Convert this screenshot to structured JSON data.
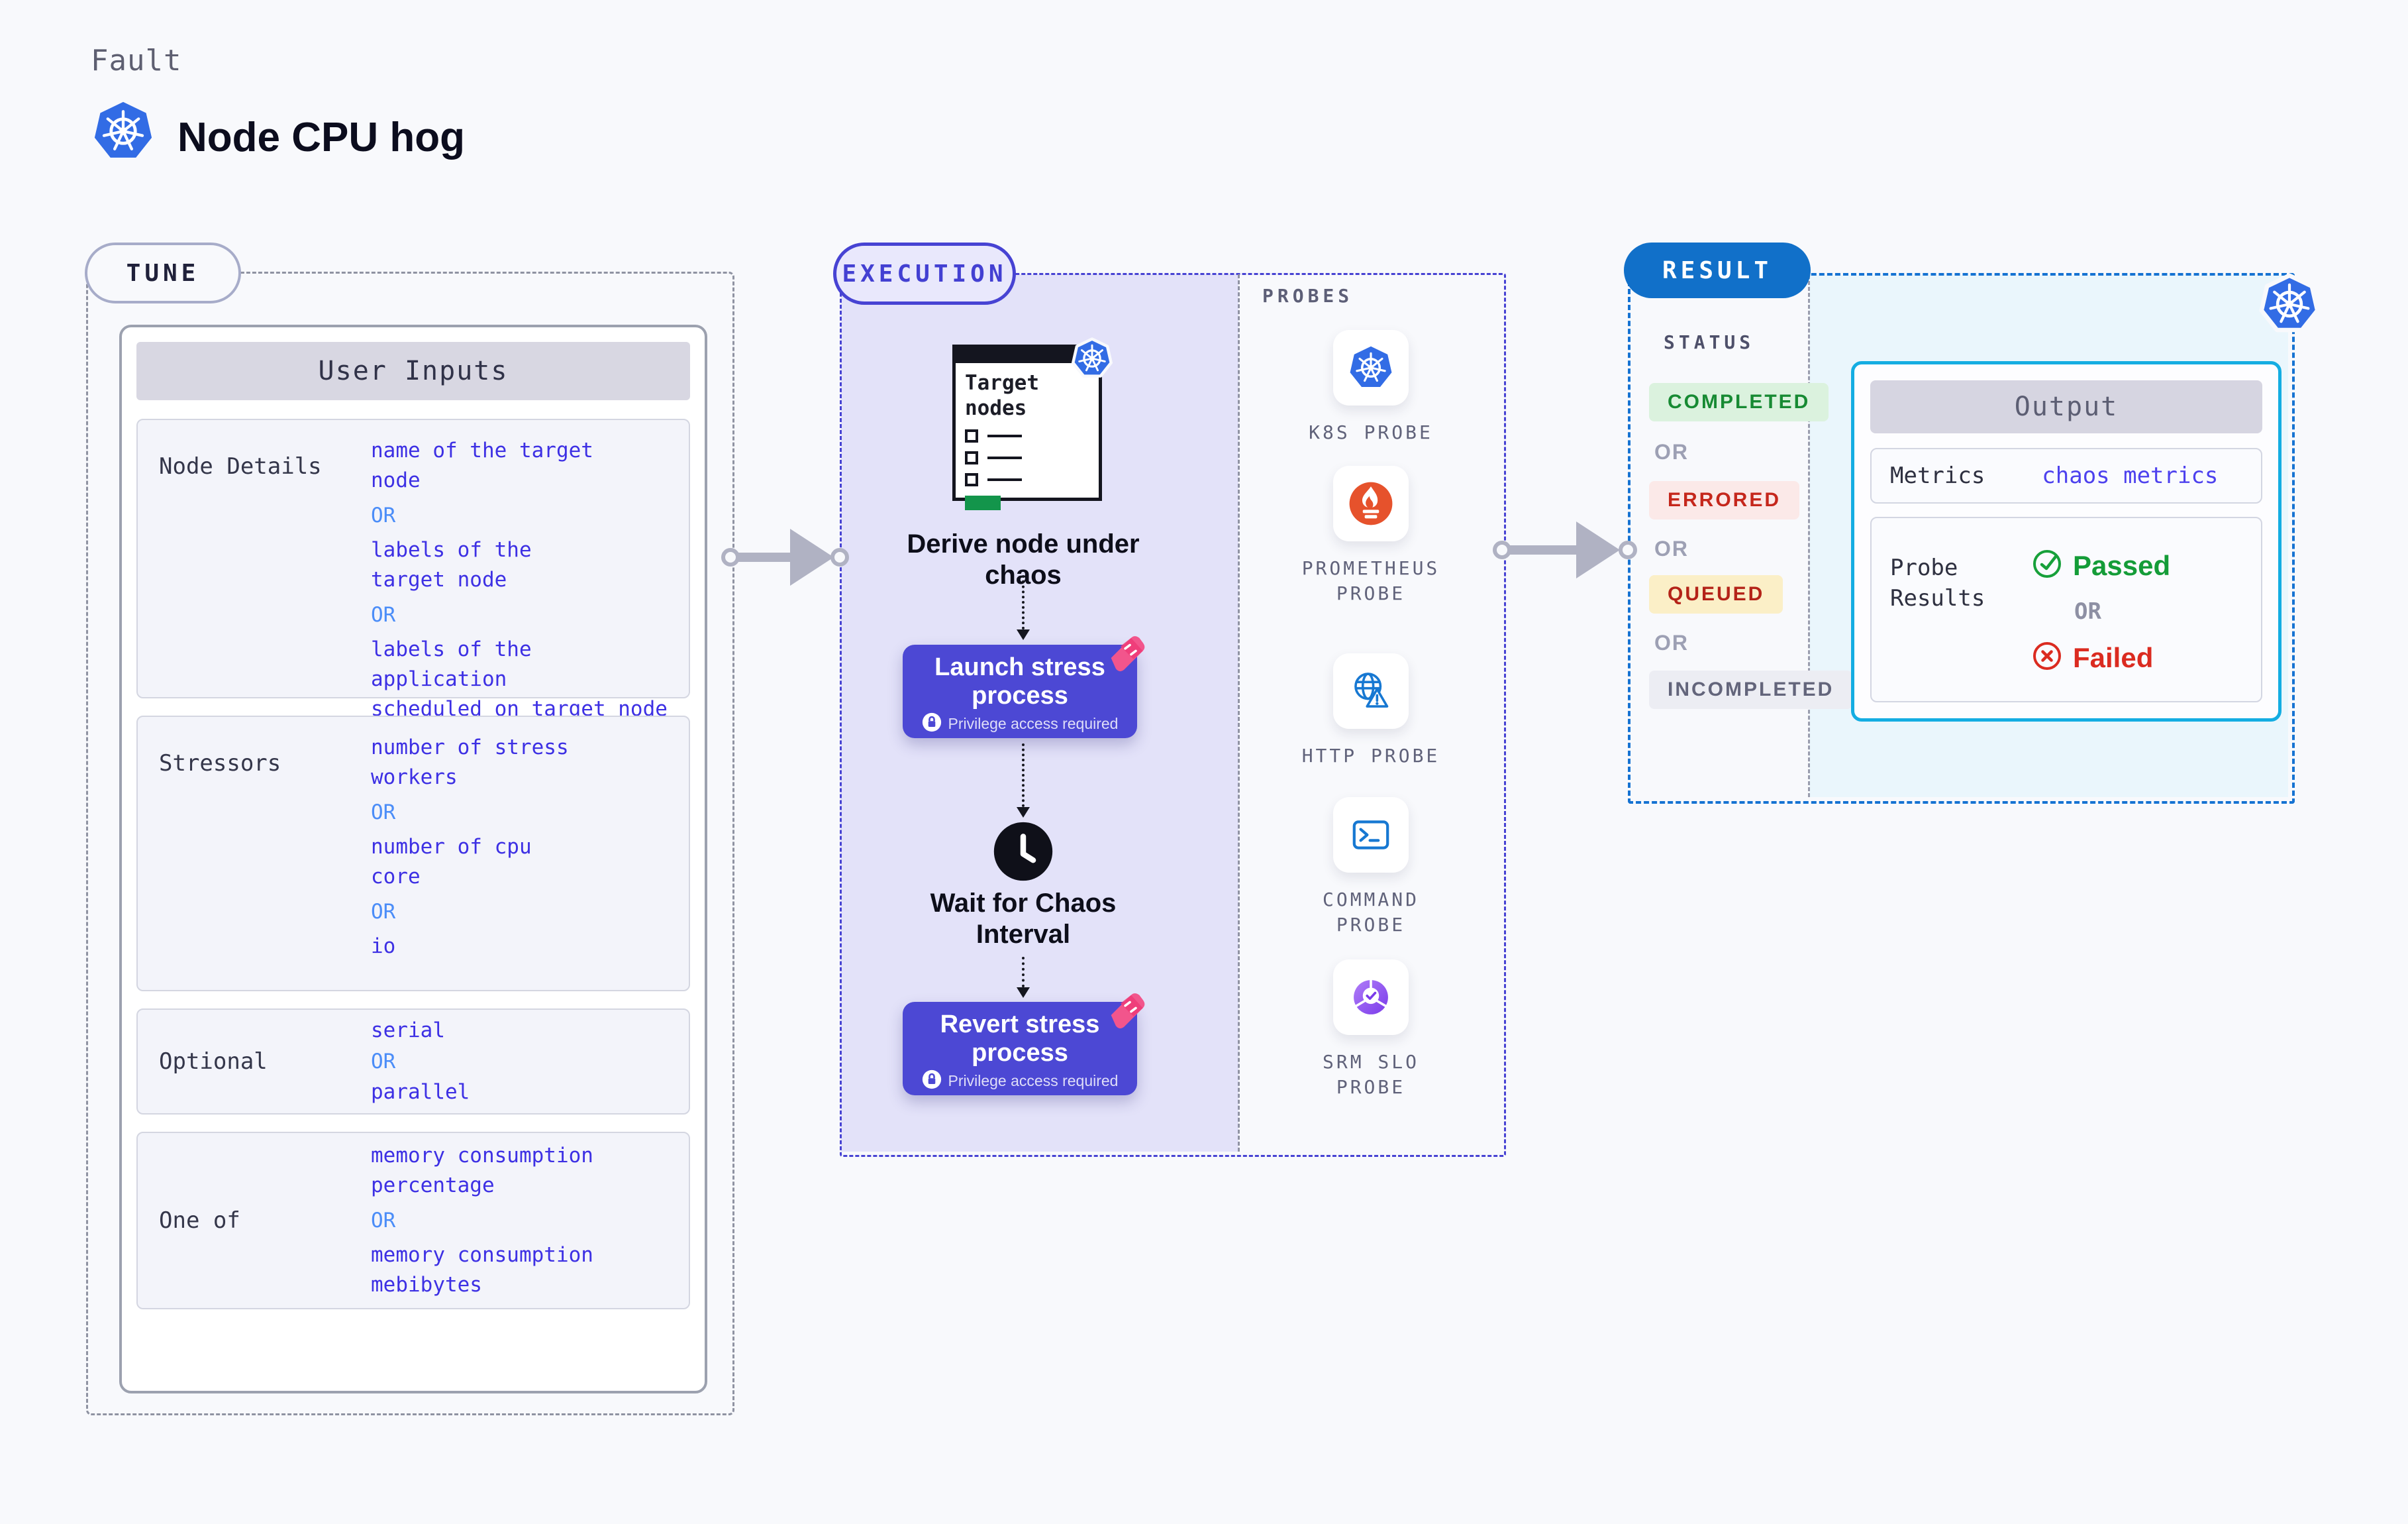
{
  "header": {
    "eyebrow": "Fault",
    "title": "Node CPU hog"
  },
  "tune": {
    "badge": "TUNE",
    "table_title": "User Inputs",
    "rows": [
      {
        "label": "Node Details",
        "lines": [
          {
            "t": "value",
            "text": "name of the target\nnode"
          },
          {
            "t": "or",
            "text": "OR"
          },
          {
            "t": "value",
            "text": "labels of the\ntarget node"
          },
          {
            "t": "or",
            "text": "OR"
          },
          {
            "t": "value",
            "text": "labels of the application\nscheduled on target node"
          }
        ]
      },
      {
        "label": "Stressors",
        "lines": [
          {
            "t": "value",
            "text": "number of stress\nworkers"
          },
          {
            "t": "or",
            "text": "OR"
          },
          {
            "t": "value",
            "text": "number of cpu\ncore"
          },
          {
            "t": "or",
            "text": "OR"
          },
          {
            "t": "value",
            "text": "io"
          }
        ]
      },
      {
        "label": "Optional",
        "lines": [
          {
            "t": "value",
            "text": "serial"
          },
          {
            "t": "or",
            "text": "OR"
          },
          {
            "t": "value",
            "text": "parallel"
          }
        ]
      },
      {
        "label": "One of",
        "lines": [
          {
            "t": "value",
            "text": "memory consumption\npercentage"
          },
          {
            "t": "or",
            "text": "OR"
          },
          {
            "t": "value",
            "text": "memory consumption\nmebibytes"
          }
        ]
      }
    ]
  },
  "execution": {
    "badge": "EXECUTION",
    "target_card_title": "Target\nnodes",
    "derive_caption": "Derive node under chaos",
    "launch": {
      "title": "Launch stress process",
      "note": "Privilege access required"
    },
    "wait_caption": "Wait for Chaos Interval",
    "revert": {
      "title": "Revert stress process",
      "note": "Privilege access required"
    }
  },
  "probes": {
    "title": "PROBES",
    "items": [
      {
        "icon": "k8s-probe-icon",
        "label": "K8S PROBE"
      },
      {
        "icon": "prometheus-probe-icon",
        "label": "PROMETHEUS PROBE"
      },
      {
        "icon": "http-probe-icon",
        "label": "HTTP PROBE"
      },
      {
        "icon": "command-probe-icon",
        "label": "COMMAND PROBE"
      },
      {
        "icon": "srm-slo-probe-icon",
        "label": "SRM SLO PROBE"
      }
    ]
  },
  "result": {
    "badge": "RESULT",
    "status": {
      "title": "STATUS",
      "or": "OR",
      "badges": [
        {
          "label": "COMPLETED",
          "fg": "#178A33",
          "bg": "#DBF2DE"
        },
        {
          "label": "ERRORED",
          "fg": "#C5271C",
          "bg": "#FBE9E8"
        },
        {
          "label": "QUEUED",
          "fg": "#B42318",
          "bg": "#FBEFC7"
        },
        {
          "label": "INCOMPLETED",
          "fg": "#63657B",
          "bg": "#ECEDF3"
        }
      ]
    },
    "output": {
      "title": "Output",
      "metrics_label": "Metrics",
      "metrics_value": "chaos metrics",
      "probe_label": "Probe Results",
      "passed": "Passed",
      "or": "OR",
      "failed": "Failed"
    }
  },
  "colors": {
    "page_bg": "#F8F9FC",
    "kubernetes_blue": "#326CE5",
    "execution_indigo": "#4743D3",
    "execution_panel": "#E3E2F9",
    "step_button": "#4C48D4",
    "value_text": "#3D30E4",
    "or_text": "#4B8DF8",
    "result_blue": "#1170C9",
    "output_cyan": "#14ADE2",
    "metrics_value_text": "#4D41EE",
    "passed_green": "#149C38",
    "failed_red": "#DB2B20",
    "prometheus_orange": "#E6522C",
    "srm_purple": "#7A3BEA",
    "ribbon_pink": "#F2558C",
    "arrow_gray": "#B0B2C3",
    "target_green_button": "#13954B"
  }
}
